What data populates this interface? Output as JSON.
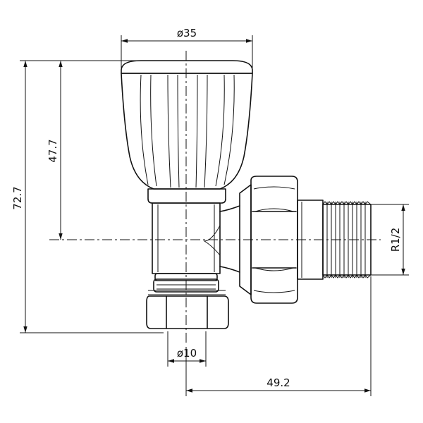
{
  "dimensions": {
    "head_diameter": "ø35",
    "total_height": "72.7",
    "upper_height": "47.7",
    "thread_size": "R1/2",
    "pipe_diameter": "ø10",
    "outlet_length": "49.2"
  }
}
